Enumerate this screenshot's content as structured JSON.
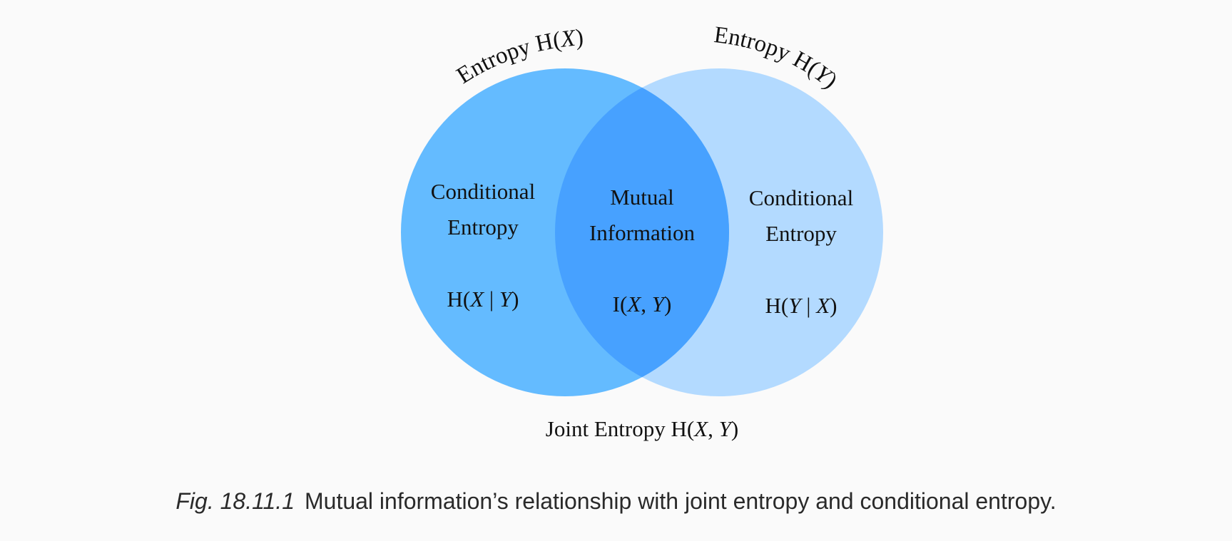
{
  "colors": {
    "left_circle": "#64bbff",
    "right_circle": "#b3daff",
    "overlap": "#47a1ff",
    "background": "#fafafa",
    "text": "#111111"
  },
  "venn": {
    "left_set_label": {
      "prefix": "Entropy H(",
      "var": "X",
      "suffix": ")"
    },
    "right_set_label": {
      "prefix": "Entropy H(",
      "var": "Y",
      "suffix": ")"
    },
    "left_region": {
      "line1": "Conditional",
      "line2": "Entropy",
      "math_prefix": "H(",
      "math_var1": "X",
      "math_sep": " | ",
      "math_var2": "Y",
      "math_suffix": ")"
    },
    "center_region": {
      "line1": "Mutual",
      "line2": "Information",
      "math_prefix": "I(",
      "math_var1": "X",
      "math_sep": ", ",
      "math_var2": "Y",
      "math_suffix": ")"
    },
    "right_region": {
      "line1": "Conditional",
      "line2": "Entropy",
      "math_prefix": "H(",
      "math_var1": "Y",
      "math_sep": " | ",
      "math_var2": "X",
      "math_suffix": ")"
    },
    "joint_label": {
      "prefix": "Joint Entropy H(",
      "var1": "X",
      "sep": ", ",
      "var2": "Y",
      "suffix": ")"
    }
  },
  "caption": {
    "number": "Fig. 18.11.1",
    "text": "Mutual information’s relationship with joint entropy and conditional entropy."
  }
}
